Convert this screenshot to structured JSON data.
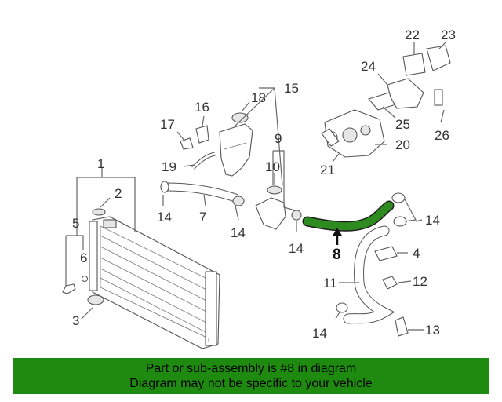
{
  "callouts": {
    "c1": "1",
    "c2": "2",
    "c3": "3",
    "c4": "4",
    "c5": "5",
    "c6": "6",
    "c7": "7",
    "c8": "8",
    "c9": "9",
    "c10": "10",
    "c11": "11",
    "c12": "12",
    "c13": "13",
    "c14a": "14",
    "c14b": "14",
    "c14c": "14",
    "c14d": "14",
    "c14e": "14",
    "c15": "15",
    "c16": "16",
    "c17": "17",
    "c18": "18",
    "c19": "19",
    "c20": "20",
    "c21": "21",
    "c22": "22",
    "c23": "23",
    "c24": "24",
    "c25": "25",
    "c26": "26"
  },
  "highlight_part": "8",
  "colors": {
    "highlight_hose": "#2e8b1f",
    "banner_bg": "#1e8a0f",
    "line": "#666666"
  },
  "banner": {
    "line1": "Part or sub-assembly is #8 in diagram",
    "line2": "Diagram may not be specific to your vehicle"
  }
}
